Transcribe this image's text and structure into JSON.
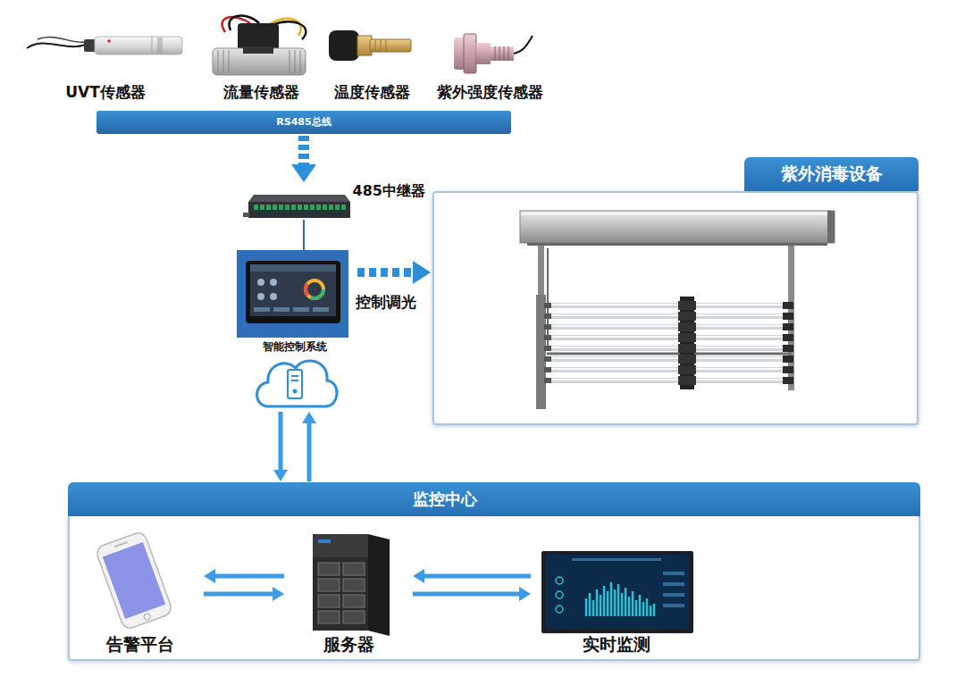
{
  "diagram": {
    "nodes": [
      {
        "text": [
          "UVT传感器"
        ]
      },
      {
        "text": [
          "流量传感器"
        ]
      },
      {
        "text": [
          "温度传感器"
        ]
      },
      {
        "text": [
          "紫外强度传感器"
        ]
      },
      {
        "text": [
          "RS485总线"
        ]
      },
      {
        "text": [
          "485中继器"
        ]
      },
      {
        "text": [
          "智能控制系统"
        ]
      },
      {
        "text": [
          "紫外消毒设备"
        ]
      },
      {
        "text": [
          "监控中心"
        ]
      },
      {
        "text": [
          "告警平台"
        ],
        "in": 8
      },
      {
        "text": [
          "服务器"
        ],
        "in": 8
      },
      {
        "text": [
          "实时监测"
        ],
        "in": 8
      }
    ],
    "edges": [
      {
        "from": 4,
        "to": 5,
        "arrow": "to"
      },
      {
        "from": 5,
        "to": 6,
        "arrow": "none"
      },
      {
        "from": 6,
        "to": 7,
        "label": "控制调光",
        "arrow": "to"
      },
      {
        "from": 6,
        "to": 8,
        "arrow": "both"
      },
      {
        "from": 9,
        "to": 10,
        "arrow": "both"
      },
      {
        "from": 10,
        "to": 11,
        "arrow": "both"
      }
    ]
  }
}
